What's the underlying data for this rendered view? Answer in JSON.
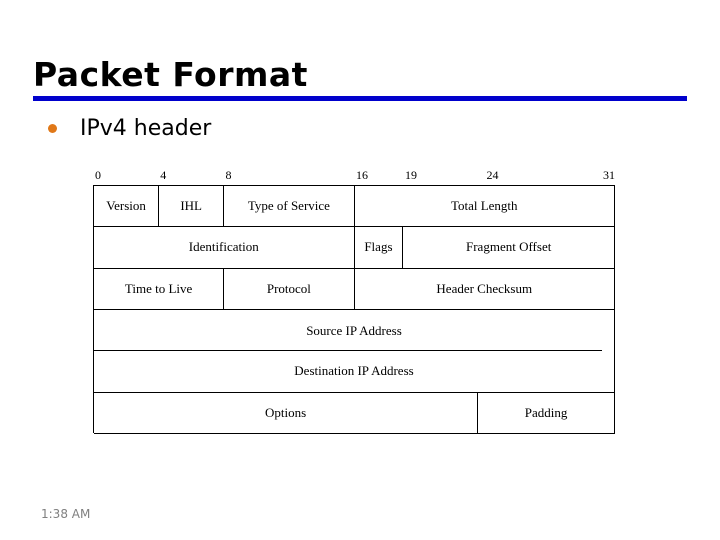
{
  "slide": {
    "title": "Packet Format",
    "rule_color": "#0000CC",
    "bullet_color": "#E07818",
    "bullet_text": "IPv4 header",
    "timestamp": "1:38 AM"
  },
  "bit_ruler": {
    "unit": "bit",
    "total_bits": 32,
    "ticks": [
      {
        "label": "0",
        "bit": 0,
        "left_pct": 0.0
      },
      {
        "label": "4",
        "bit": 4,
        "left_pct": 12.5
      },
      {
        "label": "8",
        "bit": 8,
        "left_pct": 25.0
      },
      {
        "label": "16",
        "bit": 16,
        "left_pct": 50.0
      },
      {
        "label": "19",
        "bit": 19,
        "left_pct": 59.375
      },
      {
        "label": "24",
        "bit": 24,
        "left_pct": 75.0
      },
      {
        "label": "31",
        "bit": 31,
        "left_pct": 96.875
      }
    ]
  },
  "packet_table": {
    "rows": [
      {
        "cells": [
          {
            "label": "Version",
            "bits": 4,
            "width_pct": 12.5
          },
          {
            "label": "IHL",
            "bits": 4,
            "width_pct": 12.5
          },
          {
            "label": "Type of Service",
            "bits": 8,
            "width_pct": 25.0
          },
          {
            "label": "Total Length",
            "bits": 16,
            "width_pct": 50.0
          }
        ]
      },
      {
        "cells": [
          {
            "label": "Identification",
            "bits": 16,
            "width_pct": 50.0
          },
          {
            "label": "Flags",
            "bits": 3,
            "width_pct": 9.375
          },
          {
            "label": "Fragment Offset",
            "bits": 13,
            "width_pct": 40.625
          }
        ]
      },
      {
        "cells": [
          {
            "label": "Time to Live",
            "bits": 8,
            "width_pct": 25.0
          },
          {
            "label": "Protocol",
            "bits": 8,
            "width_pct": 25.0
          },
          {
            "label": "Header Checksum",
            "bits": 16,
            "width_pct": 50.0
          }
        ]
      },
      {
        "gapped_bottom_border": true,
        "cells": [
          {
            "label": "Source IP Address",
            "bits": 32,
            "width_pct": 100.0
          }
        ]
      },
      {
        "cells": [
          {
            "label": "Destination IP Address",
            "bits": 32,
            "width_pct": 100.0
          }
        ]
      },
      {
        "cells": [
          {
            "label": "Options",
            "bits": 24,
            "width_pct": 73.75
          },
          {
            "label": "Padding",
            "bits": 8,
            "width_pct": 26.25
          }
        ]
      }
    ]
  }
}
